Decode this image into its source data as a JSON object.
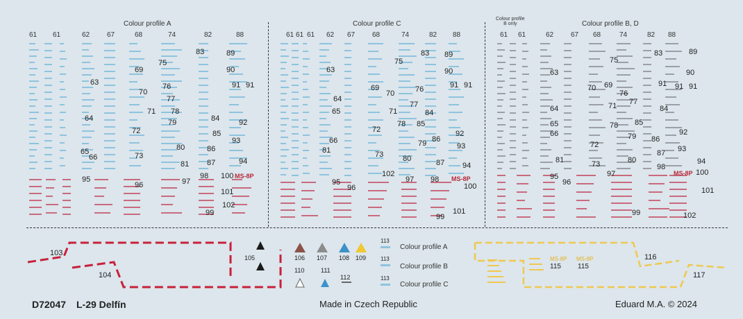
{
  "panels": {
    "a": {
      "title": "Colour profile A",
      "cols": [
        "61",
        "61",
        "62",
        "67",
        "68",
        "74",
        "82",
        "88"
      ],
      "nums": [
        "83",
        "89",
        "75",
        "69",
        "90",
        "91",
        "91",
        "63",
        "76",
        "70",
        "77",
        "71",
        "78",
        "84",
        "64",
        "79",
        "92",
        "72",
        "85",
        "93",
        "80",
        "86",
        "65",
        "66",
        "73",
        "94",
        "81",
        "87",
        "95",
        "97",
        "98",
        "100",
        "96",
        "101",
        "102",
        "99"
      ],
      "red": "MS-8P"
    },
    "c": {
      "title": "Colour profile C",
      "cols": [
        "61",
        "61",
        "61",
        "62",
        "67",
        "68",
        "74",
        "82",
        "88"
      ],
      "nums": [
        "83",
        "89",
        "75",
        "63",
        "90",
        "76",
        "69",
        "70",
        "91",
        "91",
        "64",
        "77",
        "65",
        "71",
        "84",
        "78",
        "85",
        "72",
        "92",
        "79",
        "86",
        "66",
        "93",
        "81",
        "73",
        "80",
        "87",
        "94",
        "102",
        "95",
        "96",
        "97",
        "98",
        "100",
        "99",
        "101"
      ],
      "red": "MS-8P"
    },
    "bd": {
      "title": "Colour profile B, D",
      "b_only": "Colour profile\nB only",
      "cols": [
        "61",
        "61",
        "62",
        "67",
        "68",
        "74",
        "82",
        "88"
      ],
      "nums": [
        "83",
        "89",
        "75",
        "63",
        "90",
        "70",
        "69",
        "76",
        "91",
        "91",
        "91",
        "77",
        "64",
        "71",
        "84",
        "65",
        "78",
        "85",
        "66",
        "92",
        "79",
        "72",
        "86",
        "93",
        "87",
        "94",
        "73",
        "80",
        "81",
        "98",
        "97",
        "100",
        "95",
        "96",
        "101",
        "99",
        "102"
      ],
      "red": "MS-8P"
    }
  },
  "bottom": {
    "nums": [
      "103",
      "104",
      "105",
      "106",
      "107",
      "108",
      "109",
      "110",
      "111",
      "112",
      "113",
      "113",
      "113",
      "116",
      "117",
      "115",
      "115"
    ],
    "legend": [
      "Colour profile A",
      "Colour profile B",
      "Colour profile C"
    ],
    "yellow_labels": [
      "MS-8P",
      "MS-8P"
    ]
  },
  "footer": {
    "code": "D72047",
    "name": "L-29 Delfín",
    "made": "Made in Czech Republic",
    "copy": "Eduard M.A. © 2024"
  },
  "colors": {
    "background": "#dce6ec",
    "blue": "#8ec3de",
    "red": "#b8283a",
    "yellow": "#f0c850",
    "grey": "#9c9fa6"
  }
}
